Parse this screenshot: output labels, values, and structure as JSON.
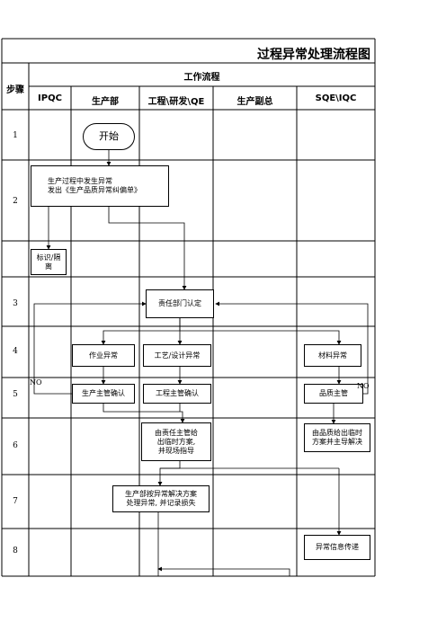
{
  "title": "过程异常处理流程图",
  "header": {
    "step_label": "步骤",
    "group_label": "工作流程",
    "columns": [
      "IPQC",
      "生产部",
      "工程\\研发\\QE",
      "生产副总",
      "SQE\\IQC"
    ]
  },
  "steps": [
    "1",
    "2",
    "",
    "3",
    "4",
    "5",
    "6",
    "7",
    "8"
  ],
  "nodes": {
    "start": "开始",
    "anomaly_found_line1": "生产过程中发生异常",
    "anomaly_found_line2": "发出《生产品质异常纠偏单》",
    "mark_isolate_line1": "标识/隔",
    "mark_isolate_line2": "离",
    "responsibility": "责任部门认定",
    "operation_anomaly": "作业异常",
    "process_design_anomaly": "工艺/设计异常",
    "material_anomaly": "材料异常",
    "production_supervisor_confirm": "生产主管确认",
    "engineering_supervisor_confirm": "工程主管确认",
    "quality_supervisor": "品质主管",
    "temp_plan_resp_line1": "由责任主管给",
    "temp_plan_resp_line2": "出临时方案,",
    "temp_plan_resp_line3": "并现场指导",
    "temp_plan_quality_line1": "由品质给出临时",
    "temp_plan_quality_line2": "方案并主导解决",
    "production_handle_line1": "生产部按异常解决方案",
    "production_handle_line2": "处理异常, 并记录损失",
    "info_transfer": "异常信息传递"
  },
  "labels": {
    "no_left": "NO",
    "no_right": "NO"
  }
}
